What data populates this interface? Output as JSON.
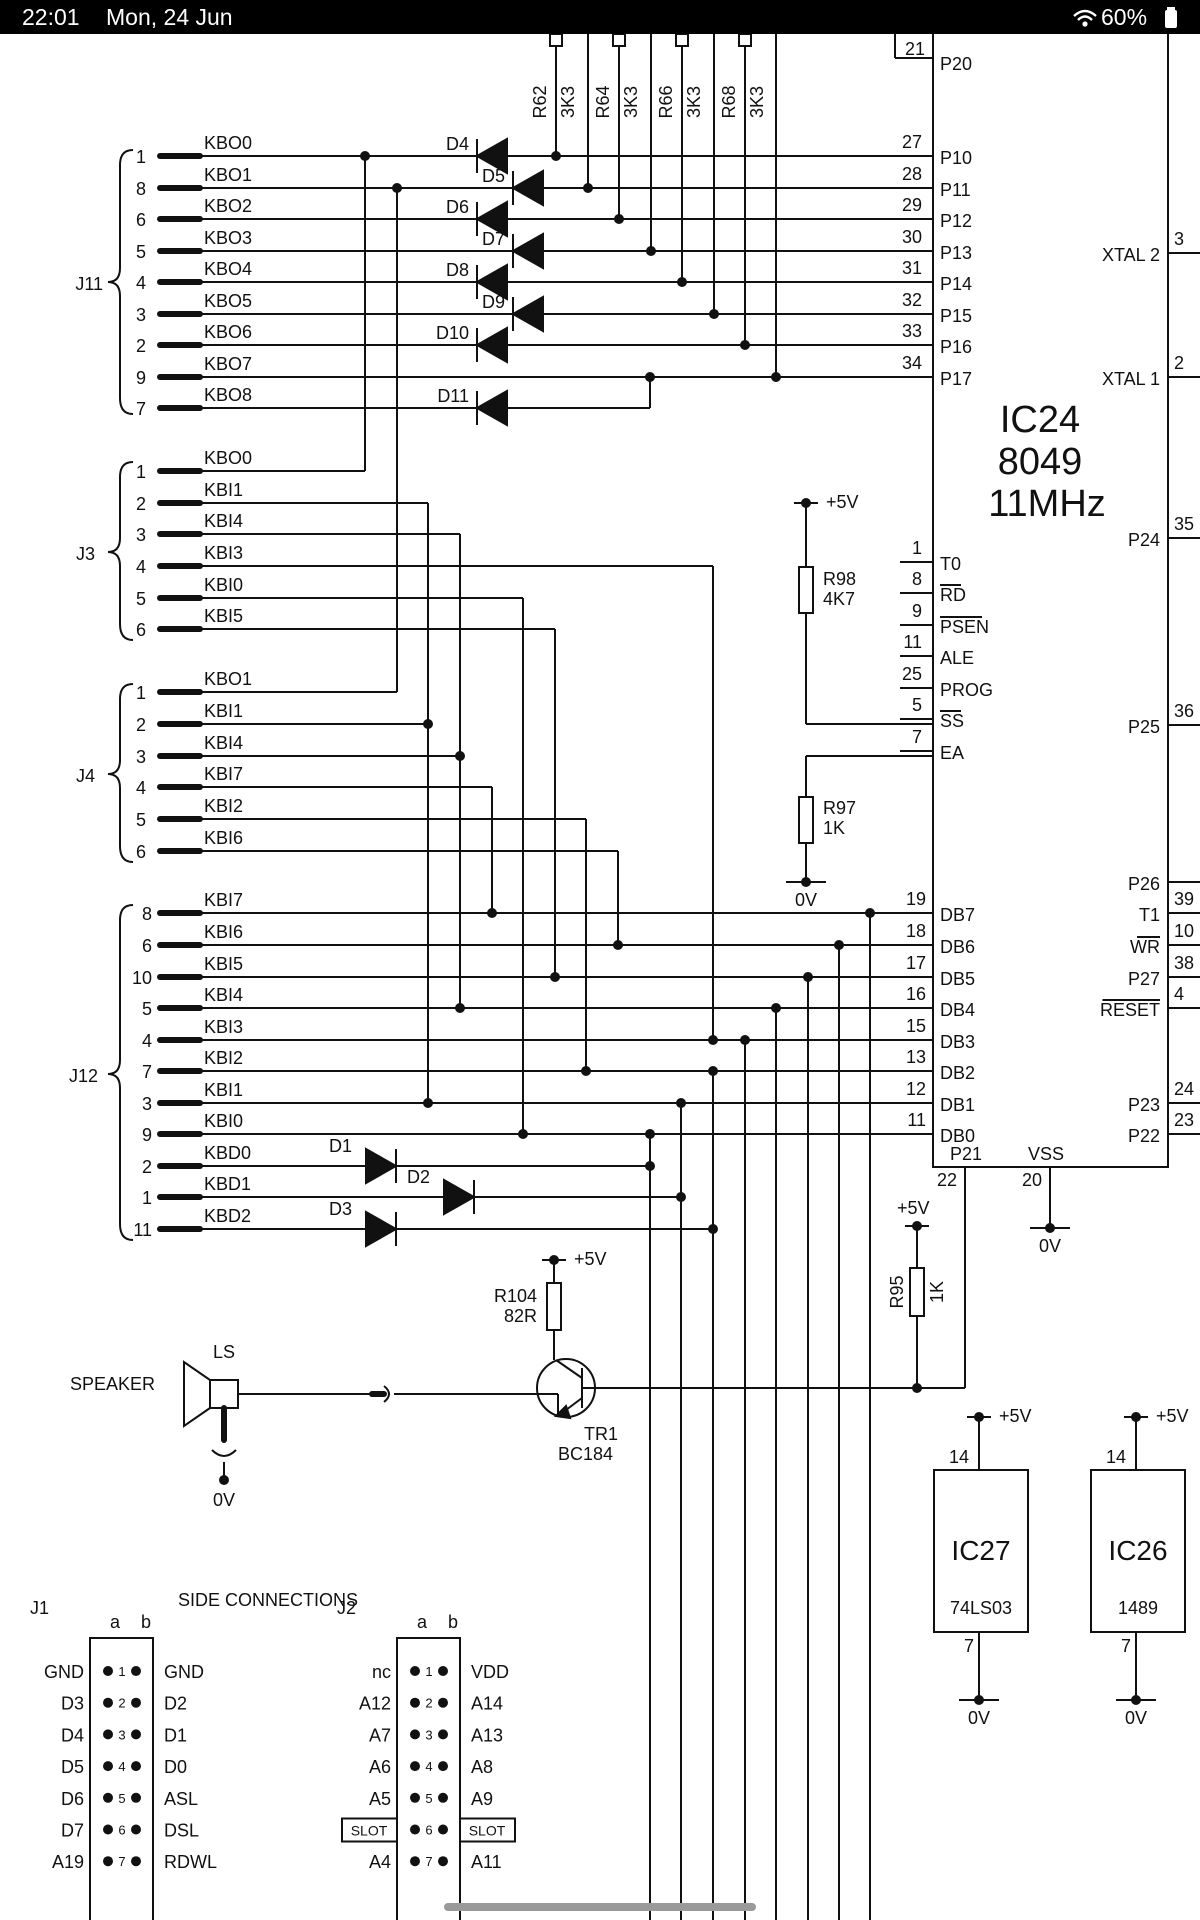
{
  "status": {
    "time": "22:01",
    "date": "Mon, 24 Jun",
    "battery": "60%",
    "wifi_icon": "wifi-icon",
    "battery_icon": "battery-icon"
  },
  "schematic": {
    "top_resistors": [
      {
        "ref": "R62",
        "val": "3K3"
      },
      {
        "ref": "R64",
        "val": "3K3"
      },
      {
        "ref": "R66",
        "val": "3K3"
      },
      {
        "ref": "R68",
        "val": "3K3"
      }
    ],
    "ic24": {
      "ref": "IC24",
      "part": "8049",
      "freq": "11MHz",
      "top_pin": {
        "num": "21",
        "name": "P20"
      },
      "left_pins": [
        {
          "num": "27",
          "name": "P10"
        },
        {
          "num": "28",
          "name": "P11"
        },
        {
          "num": "29",
          "name": "P12"
        },
        {
          "num": "30",
          "name": "P13"
        },
        {
          "num": "31",
          "name": "P14"
        },
        {
          "num": "32",
          "name": "P15"
        },
        {
          "num": "33",
          "name": "P16"
        },
        {
          "num": "34",
          "name": "P17"
        }
      ],
      "ctrl_pins": [
        {
          "num": "1",
          "name": "T0"
        },
        {
          "num": "8",
          "name": "RD"
        },
        {
          "num": "9",
          "name": "PSEN"
        },
        {
          "num": "11",
          "name": "ALE"
        },
        {
          "num": "25",
          "name": "PROG"
        },
        {
          "num": "5",
          "name": "SS"
        },
        {
          "num": "7",
          "name": "EA"
        }
      ],
      "db_pins": [
        {
          "num": "19",
          "name": "DB7"
        },
        {
          "num": "18",
          "name": "DB6"
        },
        {
          "num": "17",
          "name": "DB5"
        },
        {
          "num": "16",
          "name": "DB4"
        },
        {
          "num": "15",
          "name": "DB3"
        },
        {
          "num": "13",
          "name": "DB2"
        },
        {
          "num": "12",
          "name": "DB1"
        },
        {
          "num": "11",
          "name": "DB0"
        }
      ],
      "right_pins": [
        {
          "num": "3",
          "name": "XTAL 2"
        },
        {
          "num": "2",
          "name": "XTAL 1"
        },
        {
          "num": "35",
          "name": "P24"
        },
        {
          "num": "36",
          "name": "P25"
        },
        {
          "num": "",
          "name": "P26"
        },
        {
          "num": "39",
          "name": "T1"
        },
        {
          "num": "10",
          "name": "WR"
        },
        {
          "num": "38",
          "name": "P27"
        },
        {
          "num": "4",
          "name": "RESET"
        },
        {
          "num": "24",
          "name": "P23"
        },
        {
          "num": "23",
          "name": "P22"
        }
      ],
      "bottom_pins": [
        {
          "num": "22",
          "name": "P21"
        },
        {
          "num": "20",
          "name": "VSS"
        }
      ]
    },
    "j11": {
      "ref": "J11",
      "pins": [
        {
          "pin": "1",
          "sig": "KBO0"
        },
        {
          "pin": "8",
          "sig": "KBO1"
        },
        {
          "pin": "6",
          "sig": "KBO2"
        },
        {
          "pin": "5",
          "sig": "KBO3"
        },
        {
          "pin": "4",
          "sig": "KBO4"
        },
        {
          "pin": "3",
          "sig": "KBO5"
        },
        {
          "pin": "2",
          "sig": "KBO6"
        },
        {
          "pin": "9",
          "sig": "KBO7"
        },
        {
          "pin": "7",
          "sig": "KBO8"
        }
      ]
    },
    "j3": {
      "ref": "J3",
      "pins": [
        {
          "pin": "1",
          "sig": "KBO0"
        },
        {
          "pin": "2",
          "sig": "KBI1"
        },
        {
          "pin": "3",
          "sig": "KBI4"
        },
        {
          "pin": "4",
          "sig": "KBI3"
        },
        {
          "pin": "5",
          "sig": "KBI0"
        },
        {
          "pin": "6",
          "sig": "KBI5"
        }
      ]
    },
    "j4": {
      "ref": "J4",
      "pins": [
        {
          "pin": "1",
          "sig": "KBO1"
        },
        {
          "pin": "2",
          "sig": "KBI1"
        },
        {
          "pin": "3",
          "sig": "KBI4"
        },
        {
          "pin": "4",
          "sig": "KBI7"
        },
        {
          "pin": "5",
          "sig": "KBI2"
        },
        {
          "pin": "6",
          "sig": "KBI6"
        }
      ]
    },
    "j12": {
      "ref": "J12",
      "pins": [
        {
          "pin": "8",
          "sig": "KBI7"
        },
        {
          "pin": "6",
          "sig": "KBI6"
        },
        {
          "pin": "10",
          "sig": "KBI5"
        },
        {
          "pin": "5",
          "sig": "KBI4"
        },
        {
          "pin": "4",
          "sig": "KBI3"
        },
        {
          "pin": "7",
          "sig": "KBI2"
        },
        {
          "pin": "3",
          "sig": "KBI1"
        },
        {
          "pin": "9",
          "sig": "KBI0"
        },
        {
          "pin": "2",
          "sig": "KBD0"
        },
        {
          "pin": "1",
          "sig": "KBD1"
        },
        {
          "pin": "11",
          "sig": "KBD2"
        }
      ]
    },
    "diodes_top": [
      "D4",
      "D5",
      "D6",
      "D7",
      "D8",
      "D9",
      "D10",
      "D11"
    ],
    "diodes_bottom": [
      "D1",
      "D2",
      "D3"
    ],
    "r98": {
      "ref": "R98",
      "val": "4K7"
    },
    "r97": {
      "ref": "R97",
      "val": "1K"
    },
    "r95": {
      "ref": "R95",
      "val": "1K"
    },
    "r104": {
      "ref": "R104",
      "val": "82R"
    },
    "tr1": {
      "ref": "TR1",
      "part": "BC184"
    },
    "speaker": {
      "ref": "LS",
      "label": "SPEAKER"
    },
    "supply_pos": "+5V",
    "supply_gnd": "0V",
    "ic27": {
      "ref": "IC27",
      "part": "74LS03",
      "vcc_pin": "14",
      "gnd_pin": "7"
    },
    "ic26": {
      "ref": "IC26",
      "part": "1489",
      "vcc_pin": "14",
      "gnd_pin": "7"
    },
    "side_title": "SIDE CONNECTIONS",
    "j1": {
      "ref": "J1",
      "col_a": "a",
      "col_b": "b",
      "rows": [
        {
          "n": "1",
          "a": "GND",
          "b": "GND"
        },
        {
          "n": "2",
          "a": "D3",
          "b": "D2"
        },
        {
          "n": "3",
          "a": "D4",
          "b": "D1"
        },
        {
          "n": "4",
          "a": "D5",
          "b": "D0"
        },
        {
          "n": "5",
          "a": "D6",
          "b": "ASL"
        },
        {
          "n": "6",
          "a": "D7",
          "b": "DSL"
        },
        {
          "n": "7",
          "a": "A19",
          "b": "RDWL"
        }
      ]
    },
    "j2": {
      "ref": "J2",
      "col_a": "a",
      "col_b": "b",
      "rows": [
        {
          "n": "1",
          "a": "nc",
          "b": "VDD"
        },
        {
          "n": "2",
          "a": "A12",
          "b": "A14"
        },
        {
          "n": "3",
          "a": "A7",
          "b": "A13"
        },
        {
          "n": "4",
          "a": "A6",
          "b": "A8"
        },
        {
          "n": "5",
          "a": "A5",
          "b": "A9"
        },
        {
          "n": "6",
          "a": "SLOT",
          "b": "SLOT"
        },
        {
          "n": "7",
          "a": "A4",
          "b": "A11"
        }
      ]
    }
  }
}
